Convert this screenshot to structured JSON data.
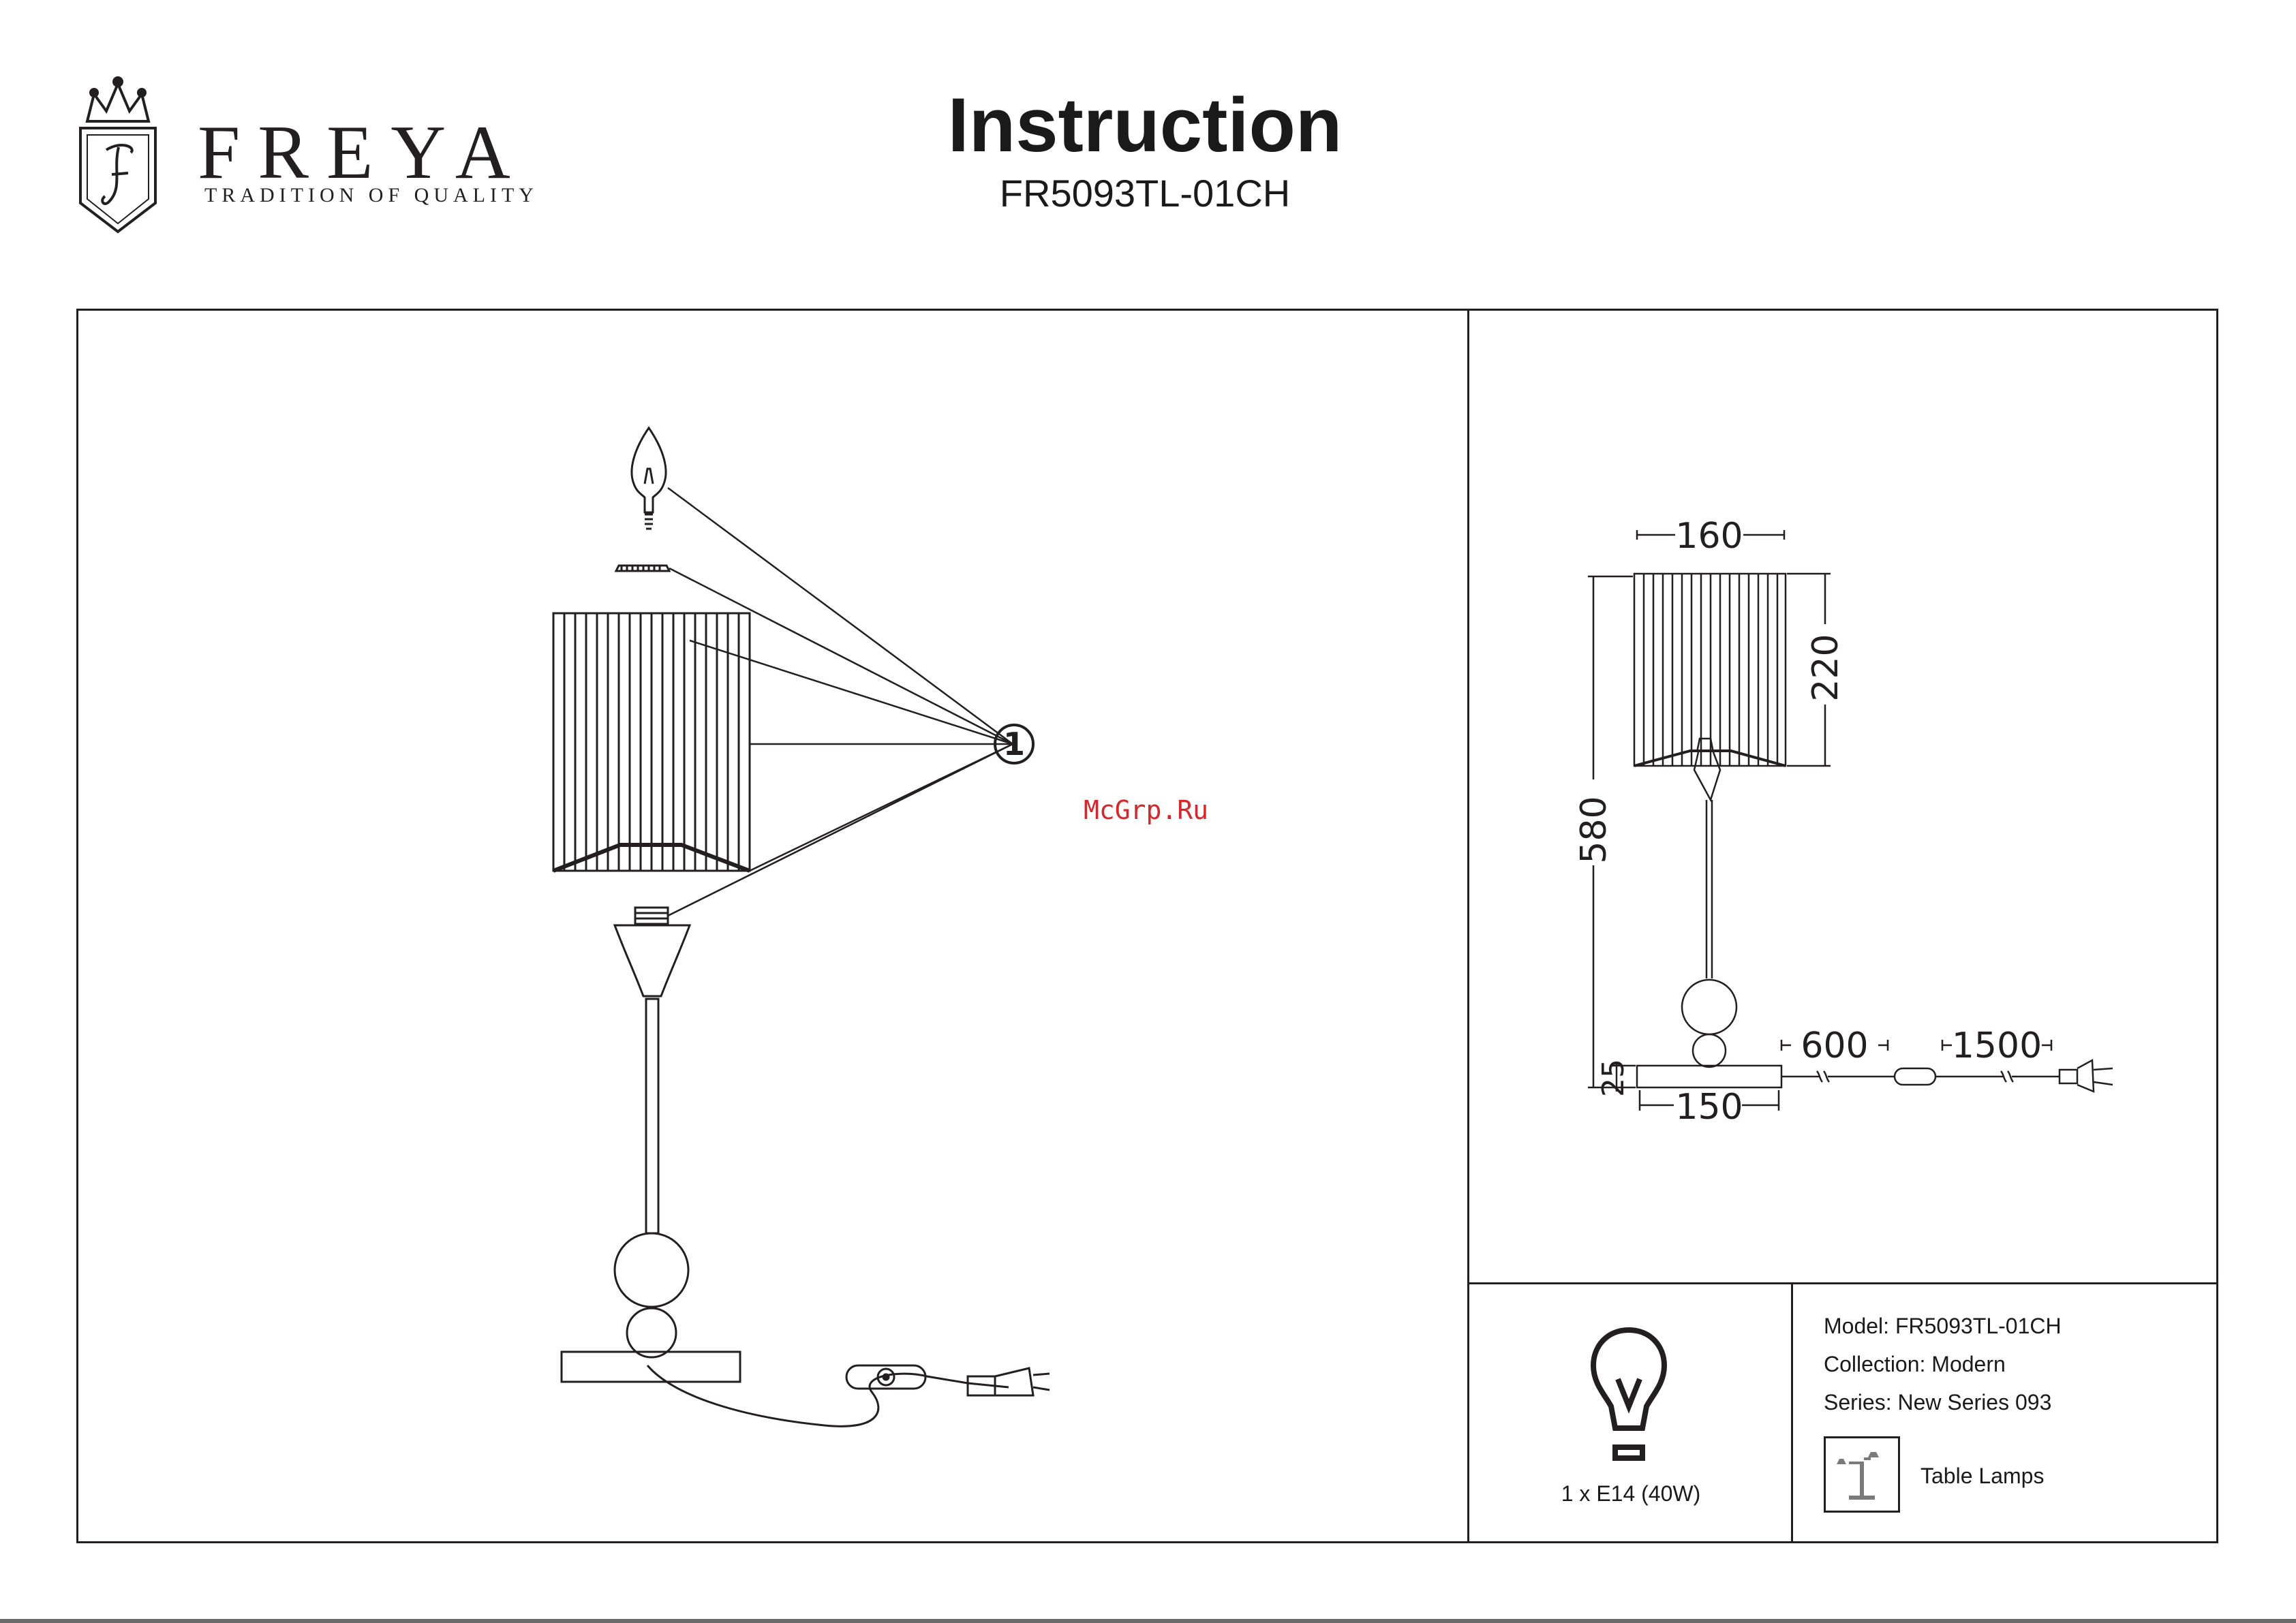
{
  "brand": {
    "name": "FREYA",
    "tagline": "TRADITION OF QUALITY",
    "logo_icon": "crest-crown-icon"
  },
  "header": {
    "title": "Instruction",
    "model_code": "FR5093TL-01CH"
  },
  "assembly": {
    "callout_number": "1"
  },
  "watermark": "McGrp.Ru",
  "dimensions": {
    "shade_width": "160",
    "shade_height": "220",
    "total_height": "580",
    "base_height": "25",
    "base_width": "150",
    "cord_to_switch": "600",
    "cord_to_plug": "1500"
  },
  "bulb": {
    "icon": "lightbulb-icon",
    "caption": "1 x E14 (40W)"
  },
  "specs": {
    "model": "Model: FR5093TL-01CH",
    "collection": "Collection: Modern",
    "series": "Series: New Series 093"
  },
  "category": {
    "icon": "table-lamp-icon",
    "label": "Table Lamps"
  },
  "colors": {
    "ink": "#231f20",
    "watermark": "#d9252a"
  }
}
